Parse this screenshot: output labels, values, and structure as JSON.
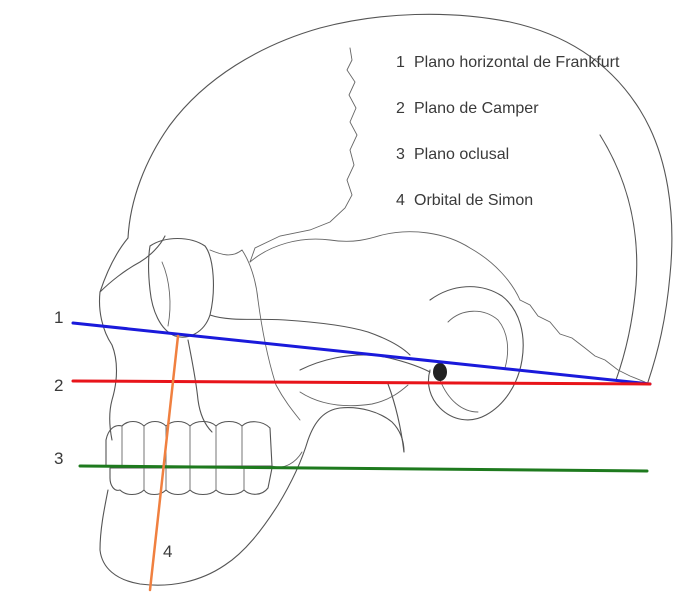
{
  "legend": {
    "items": [
      {
        "num": "1",
        "label": "Plano horizontal de Frankfurt"
      },
      {
        "num": "2",
        "label": "Plano de Camper"
      },
      {
        "num": "3",
        "label": "Plano oclusal"
      },
      {
        "num": "4",
        "label": "Orbital de Simon"
      }
    ]
  },
  "markers": {
    "frankfurt": "1",
    "camper": "2",
    "occlusal": "3",
    "simon": "4"
  },
  "colors": {
    "frankfurt": "#1a1adb",
    "camper": "#e8141a",
    "occlusal": "#1e7a1e",
    "simon": "#f08040",
    "outline": "#555555"
  }
}
